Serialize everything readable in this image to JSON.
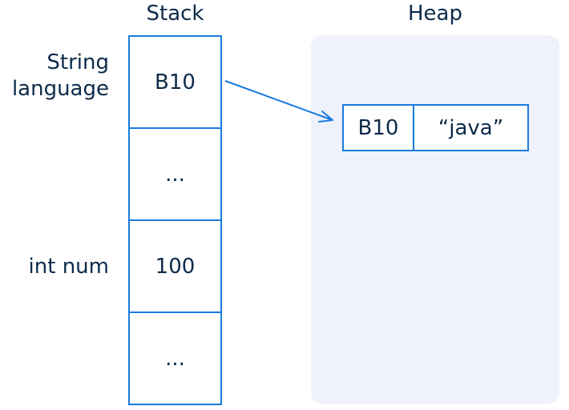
{
  "titles": {
    "stack": "Stack",
    "heap": "Heap"
  },
  "stack": {
    "cells": [
      "B10",
      "...",
      "100",
      "..."
    ]
  },
  "labels": {
    "language_line1": "String",
    "language_line2": "language",
    "num": "int num"
  },
  "heap": {
    "object": {
      "address": "B10",
      "value": "“java”"
    }
  },
  "colors": {
    "line": "#1a7be0",
    "text": "#0d2b4a",
    "heap_bg": "#eff1fb"
  }
}
